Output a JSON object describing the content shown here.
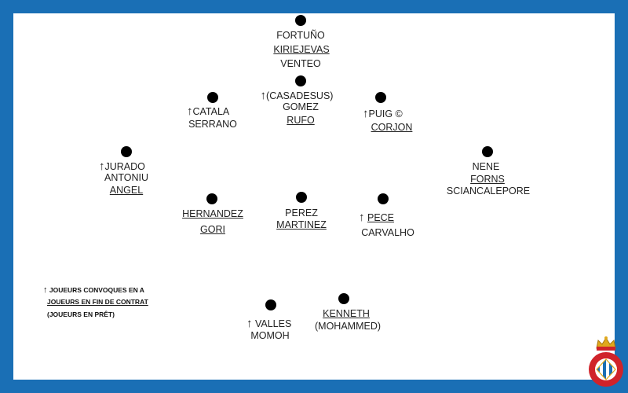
{
  "players": {
    "gk1": "FORTUÑO",
    "gk2": "KIRIEJEVAS",
    "gk3": "VENTEO",
    "cb_top1": "(CASADESUS)",
    "cb_top2": "GOMEZ",
    "cb_top3": "RUFO",
    "lcb1": "CATALA",
    "lcb2": "SERRANO",
    "rcb1": "PUIG ©",
    "rcb2": "CORJON",
    "lw1": "JURADO",
    "lw2": "ANTONIU",
    "lw3": "ANGEL",
    "rw1": "NENE",
    "rw2": "FORNS",
    "rw3": "SCIANCALEPORE",
    "lm1": "HERNANDEZ",
    "lm2": "GORI",
    "cm1": "PEREZ",
    "cm2": "MARTINEZ",
    "rm1": "PECE",
    "rm2": "CARVALHO",
    "st1_1": "VALLES",
    "st1_2": "MOMOH",
    "st2_1": "KENNETH",
    "st2_2": "(MOHAMMED)"
  },
  "legend": {
    "line1": "JOUEURS CONVOQUES EN A",
    "line2": "JOUEURS EN FIN DE CONTRAT",
    "line3": "(JOUEURS EN PRÊT)"
  },
  "symbols": {
    "arrow": "↑"
  },
  "colors": {
    "frame": "#1a6fb5",
    "dot": "#000000",
    "logo_red": "#d0232a",
    "logo_blue": "#1a6fb5",
    "logo_gold": "#e0a81c"
  }
}
